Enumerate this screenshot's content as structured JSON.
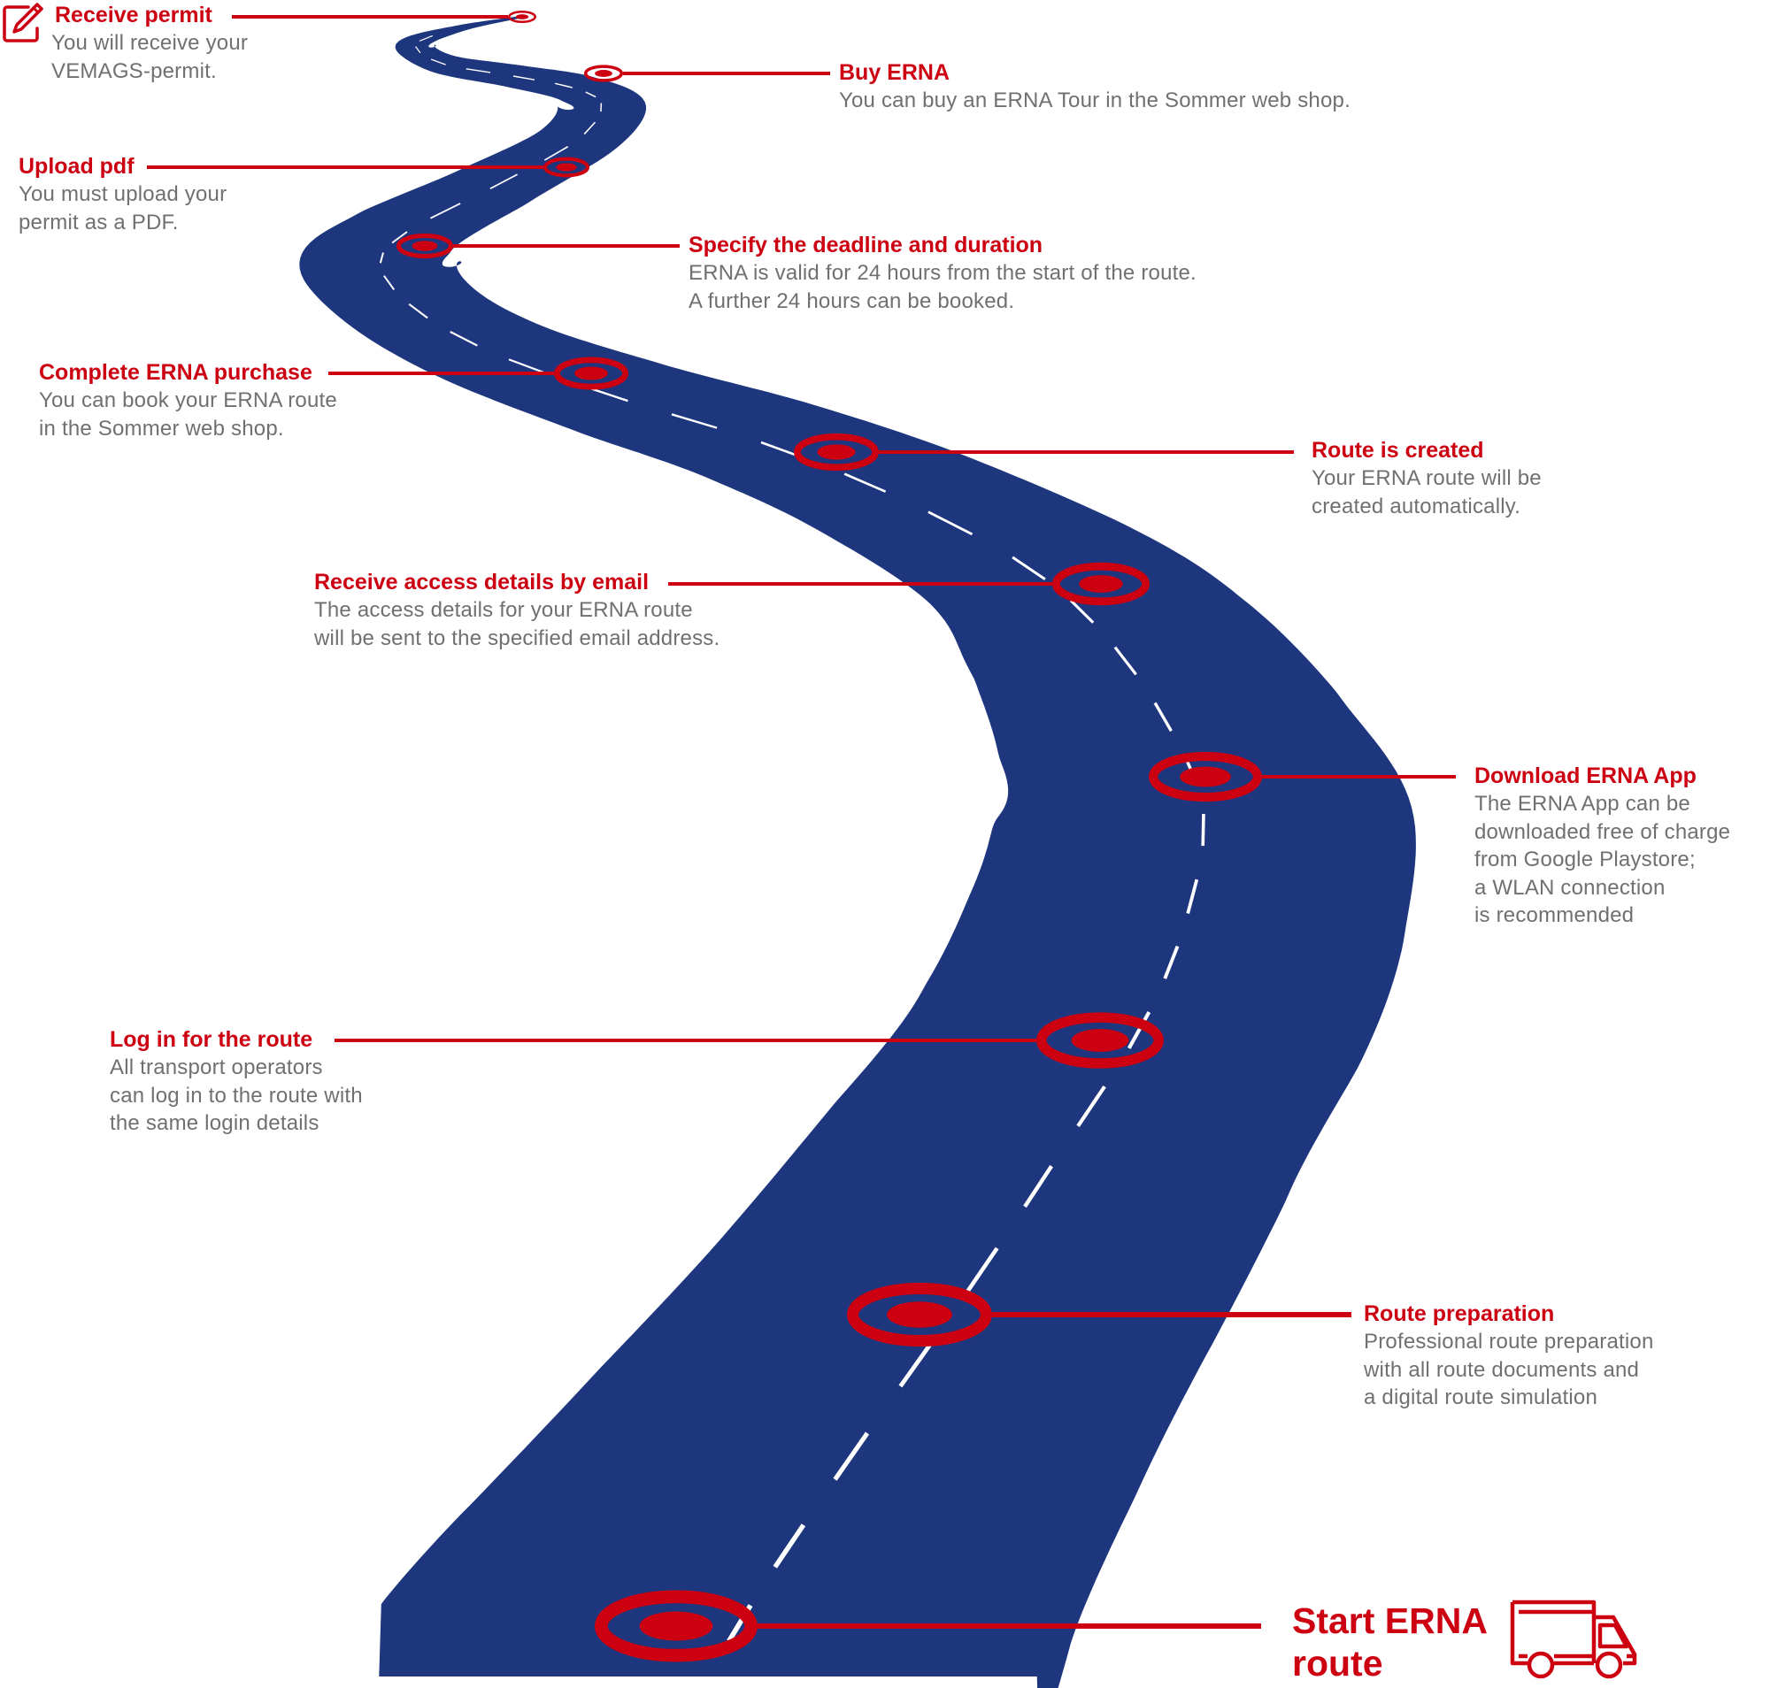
{
  "colors": {
    "road": "#1d367e",
    "accent": "#cc0011",
    "text_gray": "#707070",
    "lane_marking": "#ffffff"
  },
  "steps": [
    {
      "id": "receive-permit",
      "title": "Receive permit",
      "desc": [
        "You will receive your",
        "VEMAGS-permit."
      ],
      "side": "left",
      "icon": "pencil-edit-icon"
    },
    {
      "id": "buy-erna",
      "title": "Buy ERNA",
      "desc": [
        "You can buy an ERNA Tour in the Sommer web shop."
      ],
      "side": "right"
    },
    {
      "id": "upload-pdf",
      "title": "Upload pdf",
      "desc": [
        "You must upload your",
        "permit as a PDF."
      ],
      "side": "left"
    },
    {
      "id": "specify-deadline",
      "title": "Specify the deadline and duration",
      "desc": [
        "ERNA is valid for 24 hours from the start of the route.",
        "A further 24 hours can be booked."
      ],
      "side": "right"
    },
    {
      "id": "complete-purchase",
      "title": "Complete ERNA purchase",
      "desc": [
        "You can book your ERNA route",
        "in the Sommer web shop."
      ],
      "side": "left"
    },
    {
      "id": "route-created",
      "title": "Route is created",
      "desc": [
        "Your ERNA route will be",
        "created automatically."
      ],
      "side": "right"
    },
    {
      "id": "receive-access",
      "title": "Receive access details by email",
      "desc": [
        "The access details for your ERNA route",
        "will be sent to the specified email address."
      ],
      "side": "left"
    },
    {
      "id": "download-app",
      "title": "Download ERNA App",
      "desc": [
        "The ERNA App can be",
        "downloaded free of charge",
        "from Google Playstore;",
        "a WLAN connection",
        "is recommended"
      ],
      "side": "right"
    },
    {
      "id": "log-in",
      "title": "Log in for the route",
      "desc": [
        "All transport operators",
        "can log in to the route with",
        "the same login details"
      ],
      "side": "left"
    },
    {
      "id": "route-preparation",
      "title": "Route preparation",
      "desc": [
        "Professional route preparation",
        "with all route documents and",
        "a digital route simulation"
      ],
      "side": "right"
    }
  ],
  "final_step": {
    "id": "start-route",
    "title_lines": [
      "Start ERNA",
      "route"
    ],
    "icon": "delivery-truck-icon"
  }
}
